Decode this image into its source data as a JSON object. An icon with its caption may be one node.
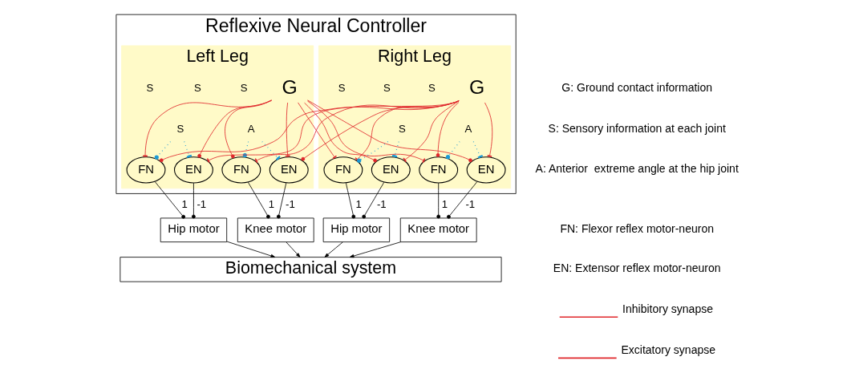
{
  "diagram": {
    "nodes": [
      {
        "text": [
          "Reflexive Neural Controller"
        ]
      },
      {
        "text": [
          "Left Leg"
        ],
        "in": 0
      },
      {
        "text": [
          "G"
        ],
        "in": 1
      },
      {
        "text": [
          "A"
        ],
        "in": 1
      },
      {
        "text": [
          "S"
        ],
        "in": 1
      },
      {
        "text": [
          "FN"
        ],
        "in": 1
      },
      {
        "text": [
          "EN"
        ],
        "in": 1
      },
      {
        "text": [
          "FN"
        ],
        "in": 1
      },
      {
        "text": [
          "EN"
        ],
        "in": 1
      },
      {
        "text": [
          "Right Leg"
        ],
        "in": 0
      },
      {
        "text": [
          "G"
        ],
        "in": 9
      },
      {
        "text": [
          "A"
        ],
        "in": 9
      },
      {
        "text": [
          "S"
        ],
        "in": 9
      },
      {
        "text": [
          "FN"
        ],
        "in": 9
      },
      {
        "text": [
          "EN"
        ],
        "in": 9
      },
      {
        "text": [
          "FN"
        ],
        "in": 9
      },
      {
        "text": [
          "EN"
        ],
        "in": 9
      },
      {
        "text": [
          "Hip motor"
        ]
      },
      {
        "text": [
          "Knee motor"
        ]
      },
      {
        "text": [
          "Hip motor"
        ]
      },
      {
        "text": [
          "Knee motor"
        ]
      },
      {
        "text": [
          "Biomechanical system"
        ]
      }
    ],
    "edges": [
      {
        "from": 2,
        "to": 5,
        "arrow": "other",
        "color": "#e0262b"
      },
      {
        "from": 2,
        "to": 6,
        "arrow": "other",
        "color": "#e0262b"
      },
      {
        "from": 2,
        "to": 7,
        "arrow": "other",
        "color": "#e0262b"
      },
      {
        "from": 2,
        "to": 8,
        "arrow": "other",
        "color": "#e0262b"
      },
      {
        "from": 2,
        "to": 13,
        "arrow": "other",
        "color": "#e0262b"
      },
      {
        "from": 2,
        "to": 14,
        "arrow": "other",
        "color": "#e0262b"
      },
      {
        "from": 2,
        "to": 15,
        "arrow": "other",
        "color": "#e0262b"
      },
      {
        "from": 2,
        "to": 16,
        "arrow": "other",
        "color": "#e0262b"
      },
      {
        "from": 10,
        "to": 5,
        "arrow": "other",
        "color": "#e0262b"
      },
      {
        "from": 10,
        "to": 6,
        "arrow": "other",
        "color": "#e0262b"
      },
      {
        "from": 10,
        "to": 7,
        "arrow": "other",
        "color": "#e0262b"
      },
      {
        "from": 10,
        "to": 8,
        "arrow": "other",
        "color": "#e0262b"
      },
      {
        "from": 10,
        "to": 13,
        "arrow": "other",
        "color": "#e0262b"
      },
      {
        "from": 10,
        "to": 14,
        "arrow": "other",
        "color": "#e0262b"
      },
      {
        "from": 10,
        "to": 15,
        "arrow": "other",
        "color": "#e0262b"
      },
      {
        "from": 10,
        "to": 16,
        "arrow": "other",
        "color": "#e0262b"
      },
      {
        "from": 4,
        "to": 5,
        "arrow": "other",
        "style": "dashed",
        "color": "#1a9ad6"
      },
      {
        "from": 4,
        "to": 6,
        "arrow": "other",
        "style": "dashed",
        "color": "#1a9ad6"
      },
      {
        "from": 3,
        "to": 7,
        "arrow": "other",
        "style": "dashed",
        "color": "#1a9ad6"
      },
      {
        "from": 3,
        "to": 8,
        "arrow": "other",
        "style": "dashed",
        "color": "#1a9ad6"
      },
      {
        "from": 12,
        "to": 13,
        "arrow": "other",
        "style": "dashed",
        "color": "#1a9ad6"
      },
      {
        "from": 12,
        "to": 14,
        "arrow": "other",
        "style": "dashed",
        "color": "#1a9ad6"
      },
      {
        "from": 11,
        "to": 15,
        "arrow": "other",
        "style": "dashed",
        "color": "#1a9ad6"
      },
      {
        "from": 11,
        "to": 16,
        "arrow": "other",
        "style": "dashed",
        "color": "#1a9ad6"
      },
      {
        "from": 5,
        "to": 17,
        "arrow": "other",
        "label": "1",
        "color": "#000000"
      },
      {
        "from": 6,
        "to": 17,
        "arrow": "other",
        "label": "-1",
        "color": "#000000"
      },
      {
        "from": 7,
        "to": 18,
        "arrow": "other",
        "label": "1",
        "color": "#000000"
      },
      {
        "from": 8,
        "to": 18,
        "arrow": "other",
        "label": "-1",
        "color": "#000000"
      },
      {
        "from": 13,
        "to": 19,
        "arrow": "other",
        "label": "1",
        "color": "#000000"
      },
      {
        "from": 14,
        "to": 19,
        "arrow": "other",
        "label": "-1",
        "color": "#000000"
      },
      {
        "from": 15,
        "to": 20,
        "arrow": "other",
        "label": "1",
        "color": "#000000"
      },
      {
        "from": 16,
        "to": 20,
        "arrow": "other",
        "label": "-1",
        "color": "#000000"
      },
      {
        "from": 17,
        "to": 21,
        "arrow": "to",
        "color": "#000000"
      },
      {
        "from": 18,
        "to": 21,
        "arrow": "to",
        "color": "#000000"
      },
      {
        "from": 19,
        "to": 21,
        "arrow": "to",
        "color": "#000000"
      },
      {
        "from": 20,
        "to": 21,
        "arrow": "to",
        "color": "#000000"
      }
    ],
    "labels": [
      "S",
      "S",
      "S",
      "S",
      "S",
      "S",
      "G: Ground contact information",
      "S: Sensory information at each joint",
      "A: Anterior  extreme angle at the hip joint",
      "FN: Flexor reflex motor-neuron",
      "EN: Extensor reflex motor-neuron"
    ],
    "legend": [
      {
        "text": "Inhibitory synapse"
      },
      {
        "text": "Excitatory synapse"
      }
    ]
  }
}
